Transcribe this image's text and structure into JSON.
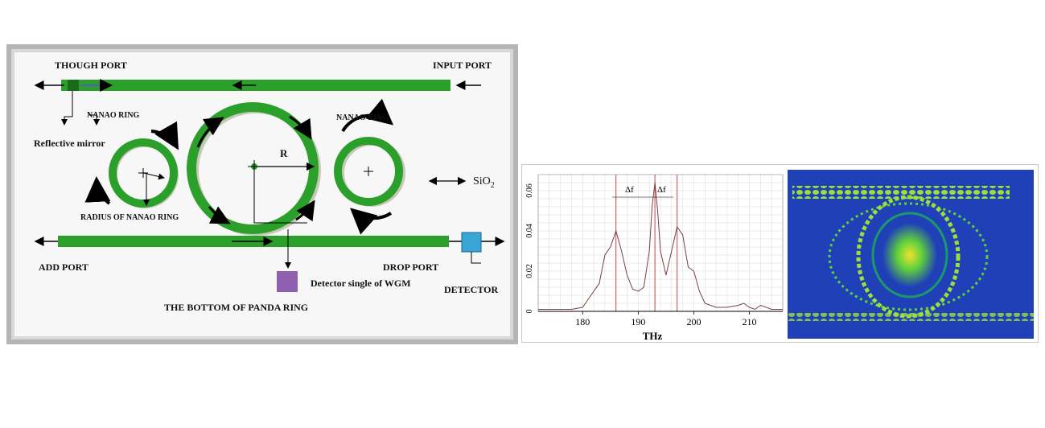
{
  "diagram": {
    "labels": {
      "through_port": "THOUGH PORT",
      "input_port": "INPUT PORT",
      "nano_ring_left": "NANAO RING",
      "nano_ring_right": "NANAO RING",
      "reflective_mirror": "Reflective mirror",
      "radius_label": "R",
      "sio2": "SiO",
      "sio2_sub": "2",
      "radius_of_nano_ring": "RADIUS OF NANAO RING",
      "add_port": "ADD PORT",
      "drop_port": "DROP PORT",
      "detector_wgm": "Detector single of WGM",
      "detector": "DETECTOR",
      "bottom_title": "THE BOTTOM OF PANDA RING"
    },
    "colors": {
      "waveguide": "#2aa02a",
      "ring_shadow": "#c8c8b8",
      "detector_wgm": "#8f5fb0",
      "detector": "#3aa6d8"
    }
  },
  "chart_data": {
    "type": "line",
    "xlabel": "THz",
    "ylabel": "",
    "xlim": [
      172,
      216
    ],
    "ylim": [
      0,
      0.068
    ],
    "x_ticks": [
      "180",
      "190",
      "200",
      "210"
    ],
    "y_ticks": [
      "0",
      "0.02",
      "0.04",
      "0.06"
    ],
    "annotations": [
      "Δf",
      "Δf"
    ],
    "vlines": [
      186,
      193,
      197
    ],
    "series": [
      {
        "x": [
          172,
          178,
          180,
          181,
          183,
          184,
          185,
          186,
          187,
          188,
          189,
          190,
          191,
          192,
          192.5,
          193,
          193.5,
          194,
          195,
          196,
          197,
          198,
          199,
          200,
          201,
          202,
          204,
          206,
          208,
          209,
          210,
          211,
          212,
          214,
          216
        ],
        "y": [
          0.001,
          0.001,
          0.002,
          0.006,
          0.014,
          0.028,
          0.032,
          0.04,
          0.03,
          0.018,
          0.011,
          0.01,
          0.012,
          0.03,
          0.052,
          0.064,
          0.05,
          0.03,
          0.018,
          0.03,
          0.042,
          0.038,
          0.022,
          0.02,
          0.01,
          0.004,
          0.002,
          0.002,
          0.003,
          0.004,
          0.002,
          0.001,
          0.003,
          0.001,
          0.001
        ]
      }
    ]
  },
  "field_map": {
    "colors": {
      "bg": "#2040b8",
      "field": "#5fd23a",
      "core": "#f0e030"
    }
  }
}
